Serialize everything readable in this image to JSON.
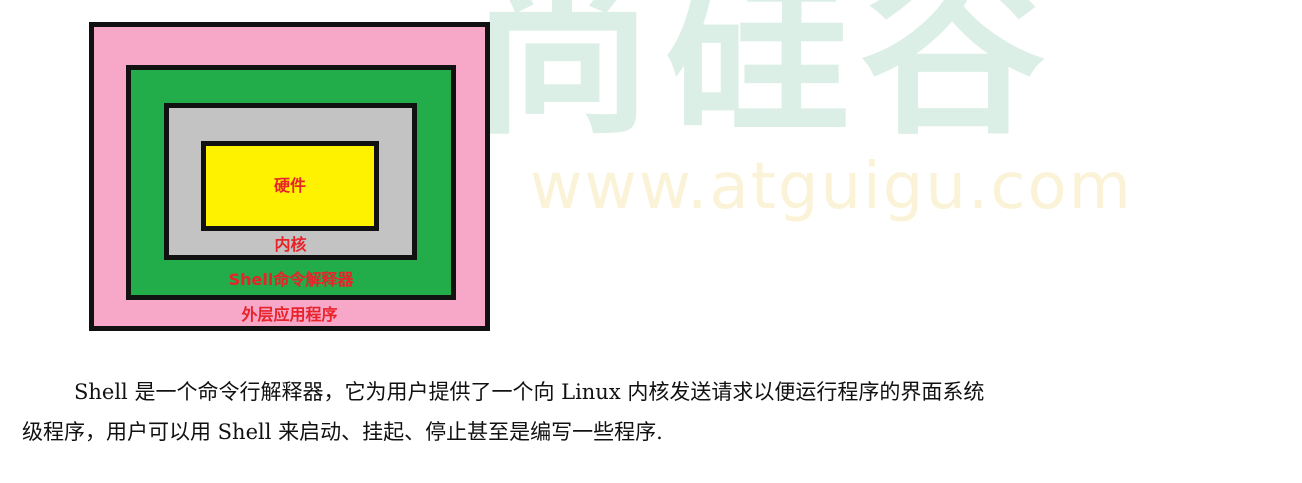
{
  "diagram": {
    "layers": [
      {
        "label": "外层应用程序",
        "fill": "#f7a8c8"
      },
      {
        "label": "Shell命令解释器",
        "fill": "#22ac4a"
      },
      {
        "label": "内核",
        "fill": "#c3c3c3"
      },
      {
        "label": "硬件",
        "fill": "#fff200"
      }
    ],
    "label_color": "#e8232a",
    "border_color": "#111111"
  },
  "watermark": {
    "glyphs": "尚硅谷",
    "url": "www.atguigu.com"
  },
  "paragraph": {
    "line1": "Shell 是一个命令行解释器，它为用户提供了一个向 Linux 内核发送请求以便运行程序的界面系统",
    "line2": "级程序，用户可以用 Shell 来启动、挂起、停止甚至是编写一些程序."
  }
}
